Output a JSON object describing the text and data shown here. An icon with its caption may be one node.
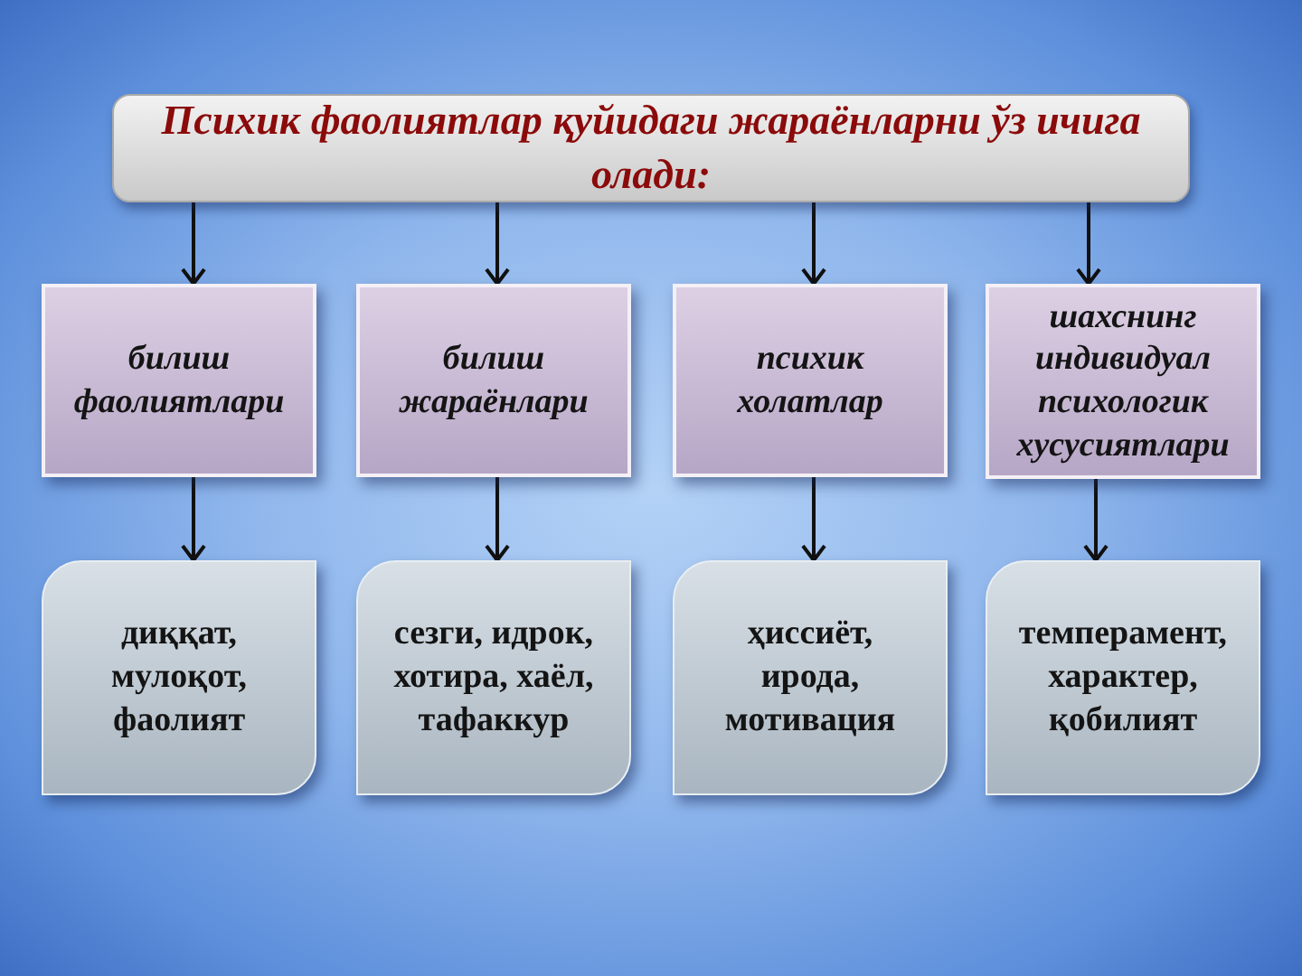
{
  "diagram": {
    "nodes": [
      {
        "text": [
          "Психик фаолиятлар қуйидаги жараёнларни ўз ичига олади:"
        ]
      },
      {
        "text": [
          "билиш фаолиятлари"
        ]
      },
      {
        "text": [
          "билиш жараёнлари"
        ]
      },
      {
        "text": [
          "психик холатлар"
        ]
      },
      {
        "text": [
          "шахснинг индивидуал психологик хусусиятлари"
        ]
      },
      {
        "text": [
          "диққат, мулоқот, фаолият"
        ]
      },
      {
        "text": [
          "сезги, идрок, хотира, хаёл, тафаккур"
        ]
      },
      {
        "text": [
          "ҳиссиёт, ирода, мотивация"
        ]
      },
      {
        "text": [
          "темперамент, характер, қобилият"
        ]
      }
    ],
    "edges": [
      {
        "from": 0,
        "to": 1,
        "arrow": "to"
      },
      {
        "from": 0,
        "to": 2,
        "arrow": "to"
      },
      {
        "from": 0,
        "to": 3,
        "arrow": "to"
      },
      {
        "from": 0,
        "to": 4,
        "arrow": "to"
      },
      {
        "from": 1,
        "to": 5,
        "arrow": "to"
      },
      {
        "from": 2,
        "to": 6,
        "arrow": "to"
      },
      {
        "from": 3,
        "to": 7,
        "arrow": "to"
      },
      {
        "from": 4,
        "to": 8,
        "arrow": "to"
      }
    ]
  }
}
